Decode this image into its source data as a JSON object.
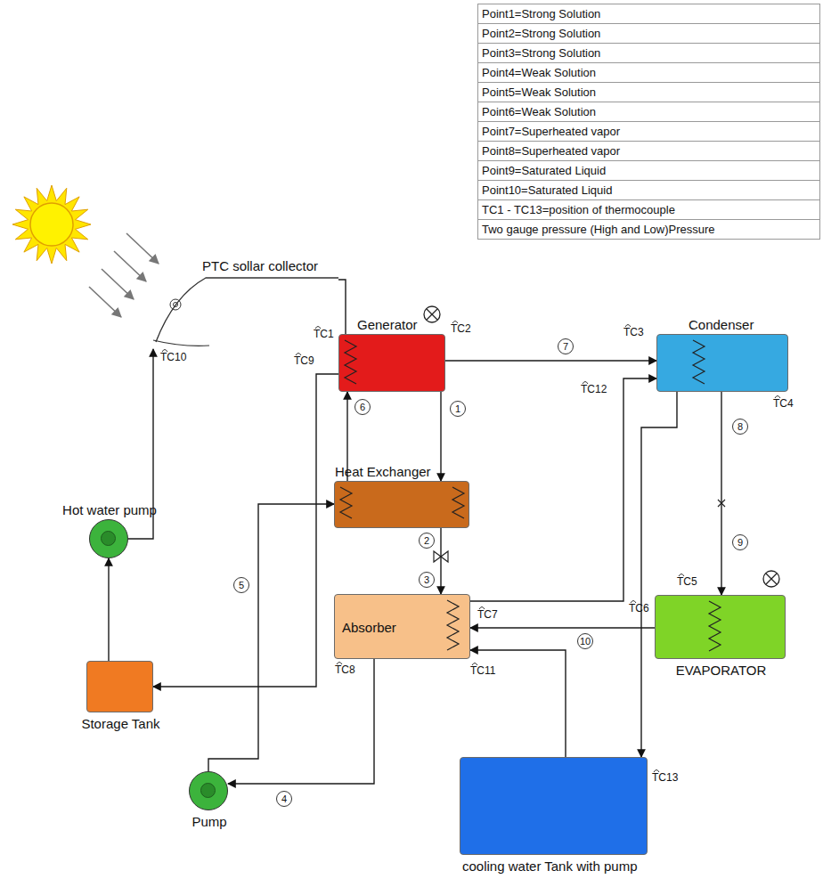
{
  "diagram": {
    "nodes": [
      {
        "text": [
          "PTC sollar collector"
        ]
      },
      {
        "text": [
          "Generator"
        ]
      },
      {
        "text": [
          "Condenser"
        ]
      },
      {
        "text": [
          "Heat Exchanger"
        ]
      },
      {
        "text": [
          "Hot water pump"
        ]
      },
      {
        "text": [
          "Absorber"
        ]
      },
      {
        "text": [
          "EVAPORATOR"
        ]
      },
      {
        "text": [
          "Storage Tank"
        ]
      },
      {
        "text": [
          "Pump"
        ]
      },
      {
        "text": [
          "cooling water Tank with pump"
        ]
      }
    ],
    "edges": [
      {
        "from": 0,
        "to": 1,
        "arrow": "none"
      },
      {
        "from": 1,
        "to": 7,
        "arrow": "to"
      },
      {
        "from": 7,
        "to": 4,
        "arrow": "to"
      },
      {
        "from": 4,
        "to": 0,
        "arrow": "to"
      },
      {
        "from": 1,
        "to": 3,
        "arrow": "to"
      },
      {
        "from": 3,
        "to": 5,
        "arrow": "to"
      },
      {
        "from": 5,
        "to": 8,
        "arrow": "to"
      },
      {
        "from": 8,
        "to": 3,
        "arrow": "to"
      },
      {
        "from": 3,
        "to": 1,
        "arrow": "to"
      },
      {
        "from": 1,
        "to": 2,
        "arrow": "to"
      },
      {
        "from": 2,
        "to": 6,
        "arrow": "to"
      },
      {
        "from": 6,
        "to": 5,
        "arrow": "to"
      },
      {
        "from": 9,
        "to": 5,
        "arrow": "to"
      },
      {
        "from": 5,
        "to": 2,
        "arrow": "to"
      },
      {
        "from": 2,
        "to": 9,
        "arrow": "to"
      }
    ],
    "labels": [
      "Point1=Strong Solution",
      "Point2=Strong Solution",
      "Point3=Strong Solution",
      "Point4=Weak Solution",
      "Point5=Weak Solution",
      "Point6=Weak Solution",
      "Point7=Superheated vapor",
      "Point8=Superheated vapor",
      "Point9=Saturated Liquid",
      "Point10=Saturated Liquid",
      "TC1 - TC13=position of thermocouple",
      "Two gauge pressure (High and Low)Pressure",
      "TC1",
      "TC2",
      "TC3",
      "TC4",
      "TC5",
      "TC6",
      "TC7",
      "TC8",
      "TC9",
      "TC10",
      "TC11",
      "TC12",
      "TC13",
      "1",
      "2",
      "3",
      "4",
      "5",
      "6",
      "7",
      "8",
      "9",
      "10"
    ]
  }
}
